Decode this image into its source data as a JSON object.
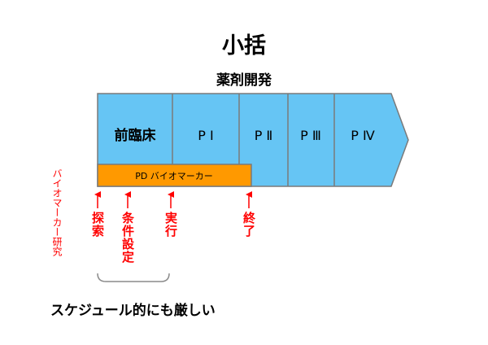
{
  "slide": {
    "title": "小括",
    "development_label": "薬剤開発",
    "phases": [
      {
        "label": "前臨床"
      },
      {
        "label": "P Ⅰ"
      },
      {
        "label": "P Ⅱ"
      },
      {
        "label": "P Ⅲ"
      },
      {
        "label": "P Ⅳ"
      }
    ],
    "pd_bar_label": "PD バイオマーカー",
    "biomarker_research_label": "バイオマーカー研究",
    "milestones": [
      {
        "label": "探索"
      },
      {
        "label": "条件設定"
      },
      {
        "label": "実行"
      },
      {
        "label": "終了"
      }
    ],
    "footnote": "スケジュール的にも厳しい"
  },
  "colors": {
    "phase_fill": "#66c5f4",
    "phase_stroke": "#7a7a7a",
    "pd_bar_fill": "#ff9900",
    "milestone_red": "#ff0000",
    "brace_gray": "#8a8a8a"
  }
}
